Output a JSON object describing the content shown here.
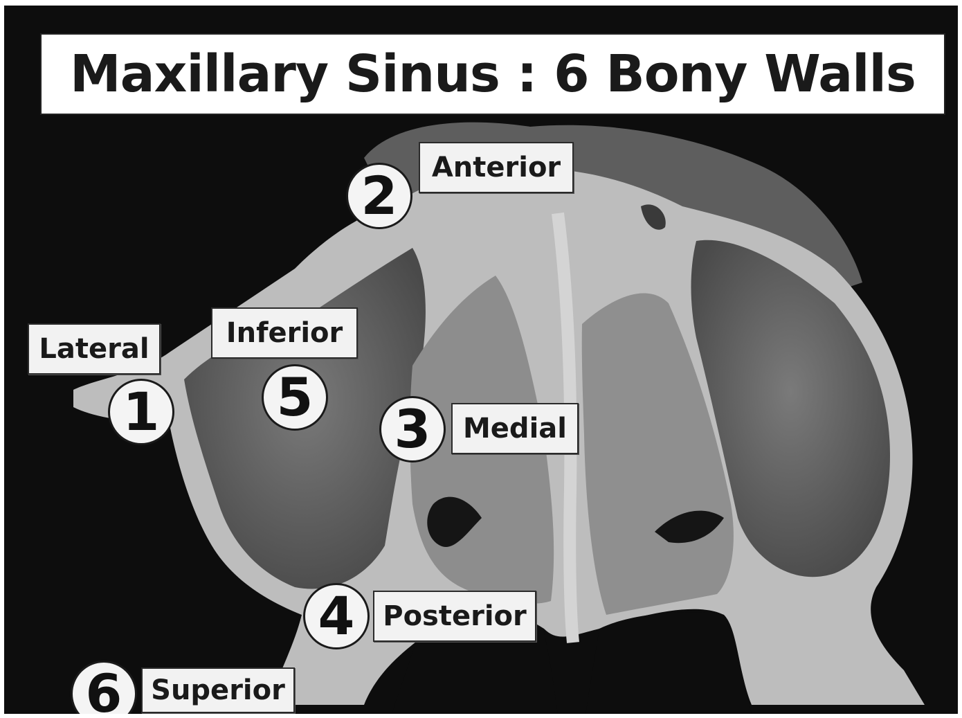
{
  "title": "Maxillary Sinus : 6 Bony Walls",
  "walls": [
    {
      "number": "1",
      "label": "Lateral"
    },
    {
      "number": "2",
      "label": "Anterior"
    },
    {
      "number": "3",
      "label": "Medial"
    },
    {
      "number": "4",
      "label": "Posterior"
    },
    {
      "number": "5",
      "label": "Inferior"
    },
    {
      "number": "6",
      "label": "Superior"
    }
  ]
}
